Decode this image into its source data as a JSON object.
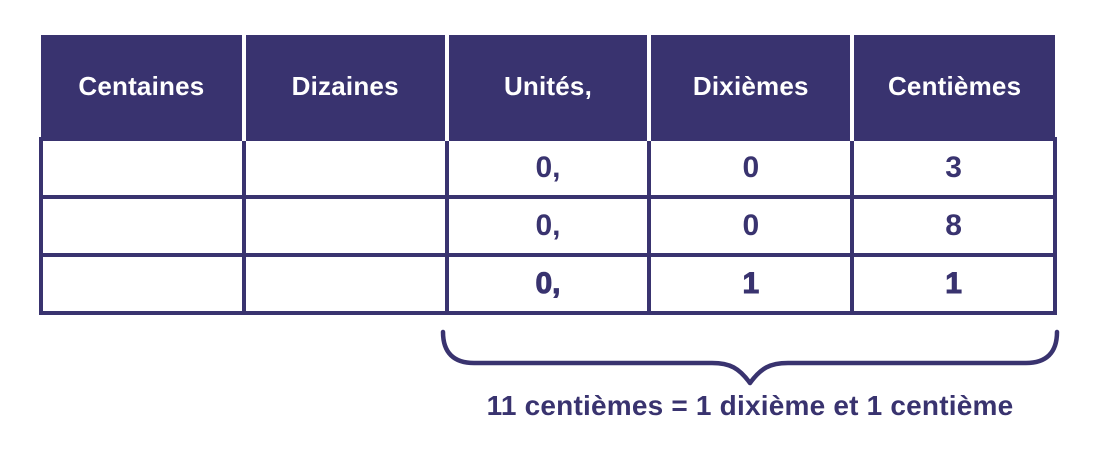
{
  "colors": {
    "navy": "#39336F",
    "white": "#ffffff"
  },
  "table": {
    "headers": [
      "Centaines",
      "Dizaines",
      "Unités,",
      "Dixièmes",
      "Centièmes"
    ],
    "rows": [
      [
        "",
        "",
        "0,",
        "0",
        "3"
      ],
      [
        "",
        "",
        "0,",
        "0",
        "8"
      ],
      [
        "",
        "",
        "0,",
        "1",
        "1"
      ]
    ]
  },
  "annotation": {
    "label": "11 centièmes = 1 dixième et 1 centième"
  }
}
